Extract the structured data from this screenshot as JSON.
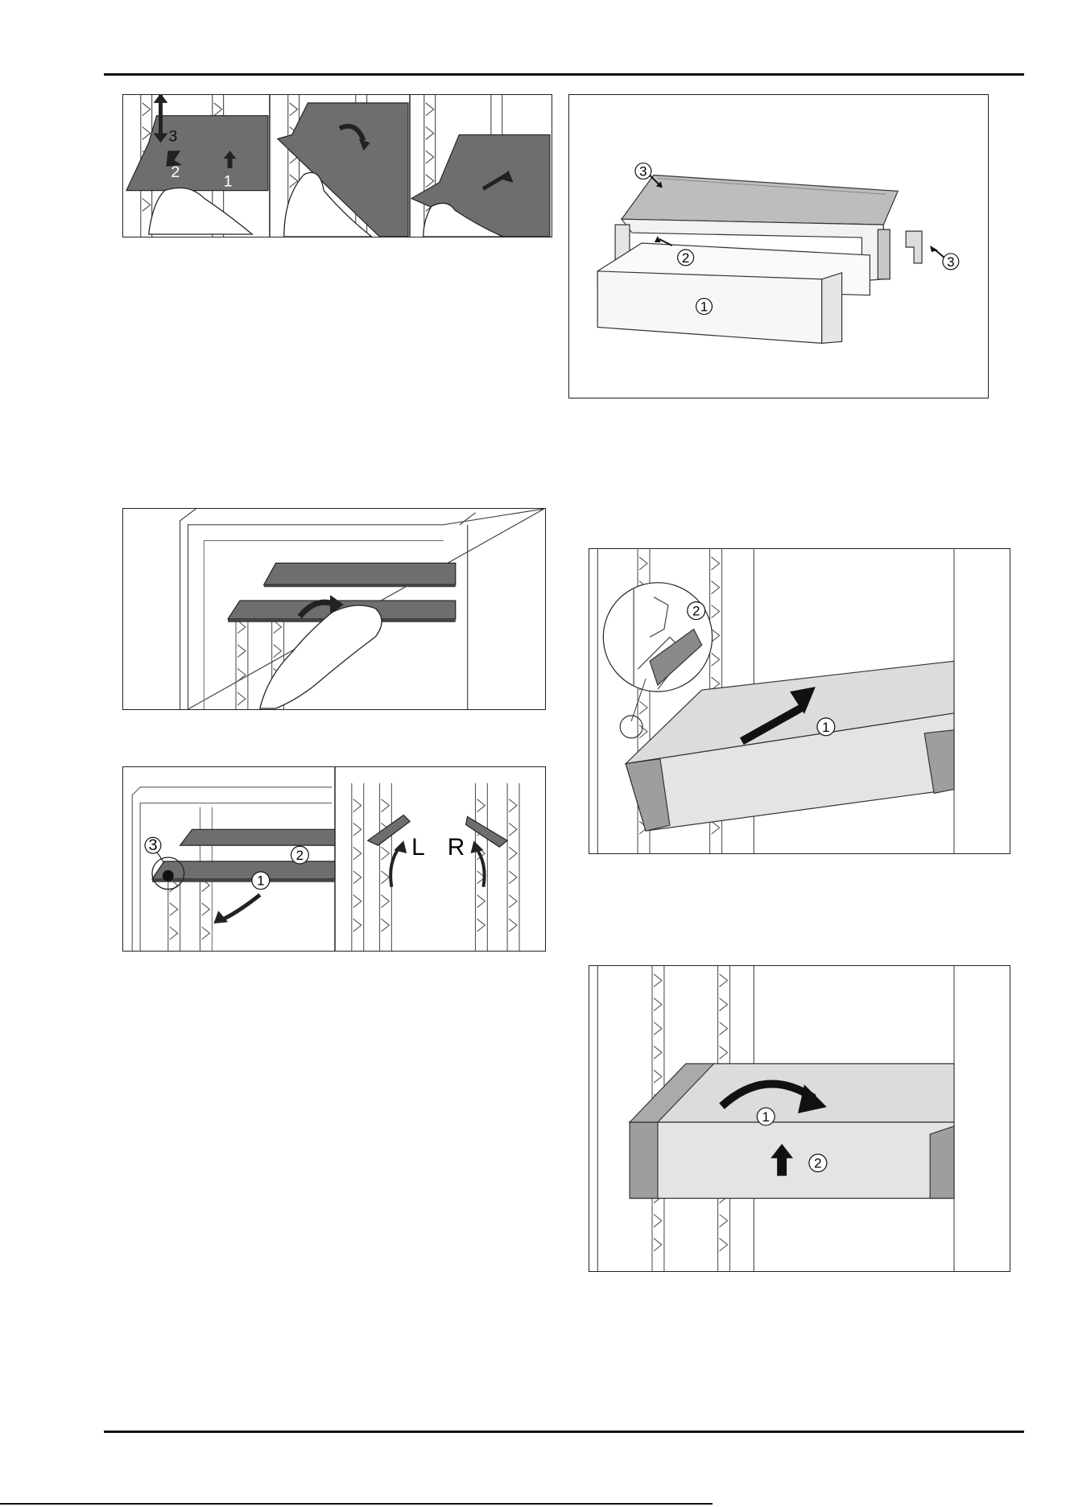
{
  "figures": {
    "shelf_removal_steps": {
      "labels": [
        "3",
        "2",
        "1"
      ]
    },
    "drawer_assembly": {
      "callouts": [
        "3",
        "2",
        "3",
        "1"
      ]
    },
    "shelf_insert": {},
    "shelf_pull_out": {
      "callouts": [
        "3",
        "2",
        "1"
      ],
      "letters": [
        "L",
        "R"
      ]
    },
    "drawer_slide_in": {
      "callouts": [
        "2",
        "1"
      ]
    },
    "drawer_rotate": {
      "callouts": [
        "1",
        "2"
      ]
    }
  }
}
